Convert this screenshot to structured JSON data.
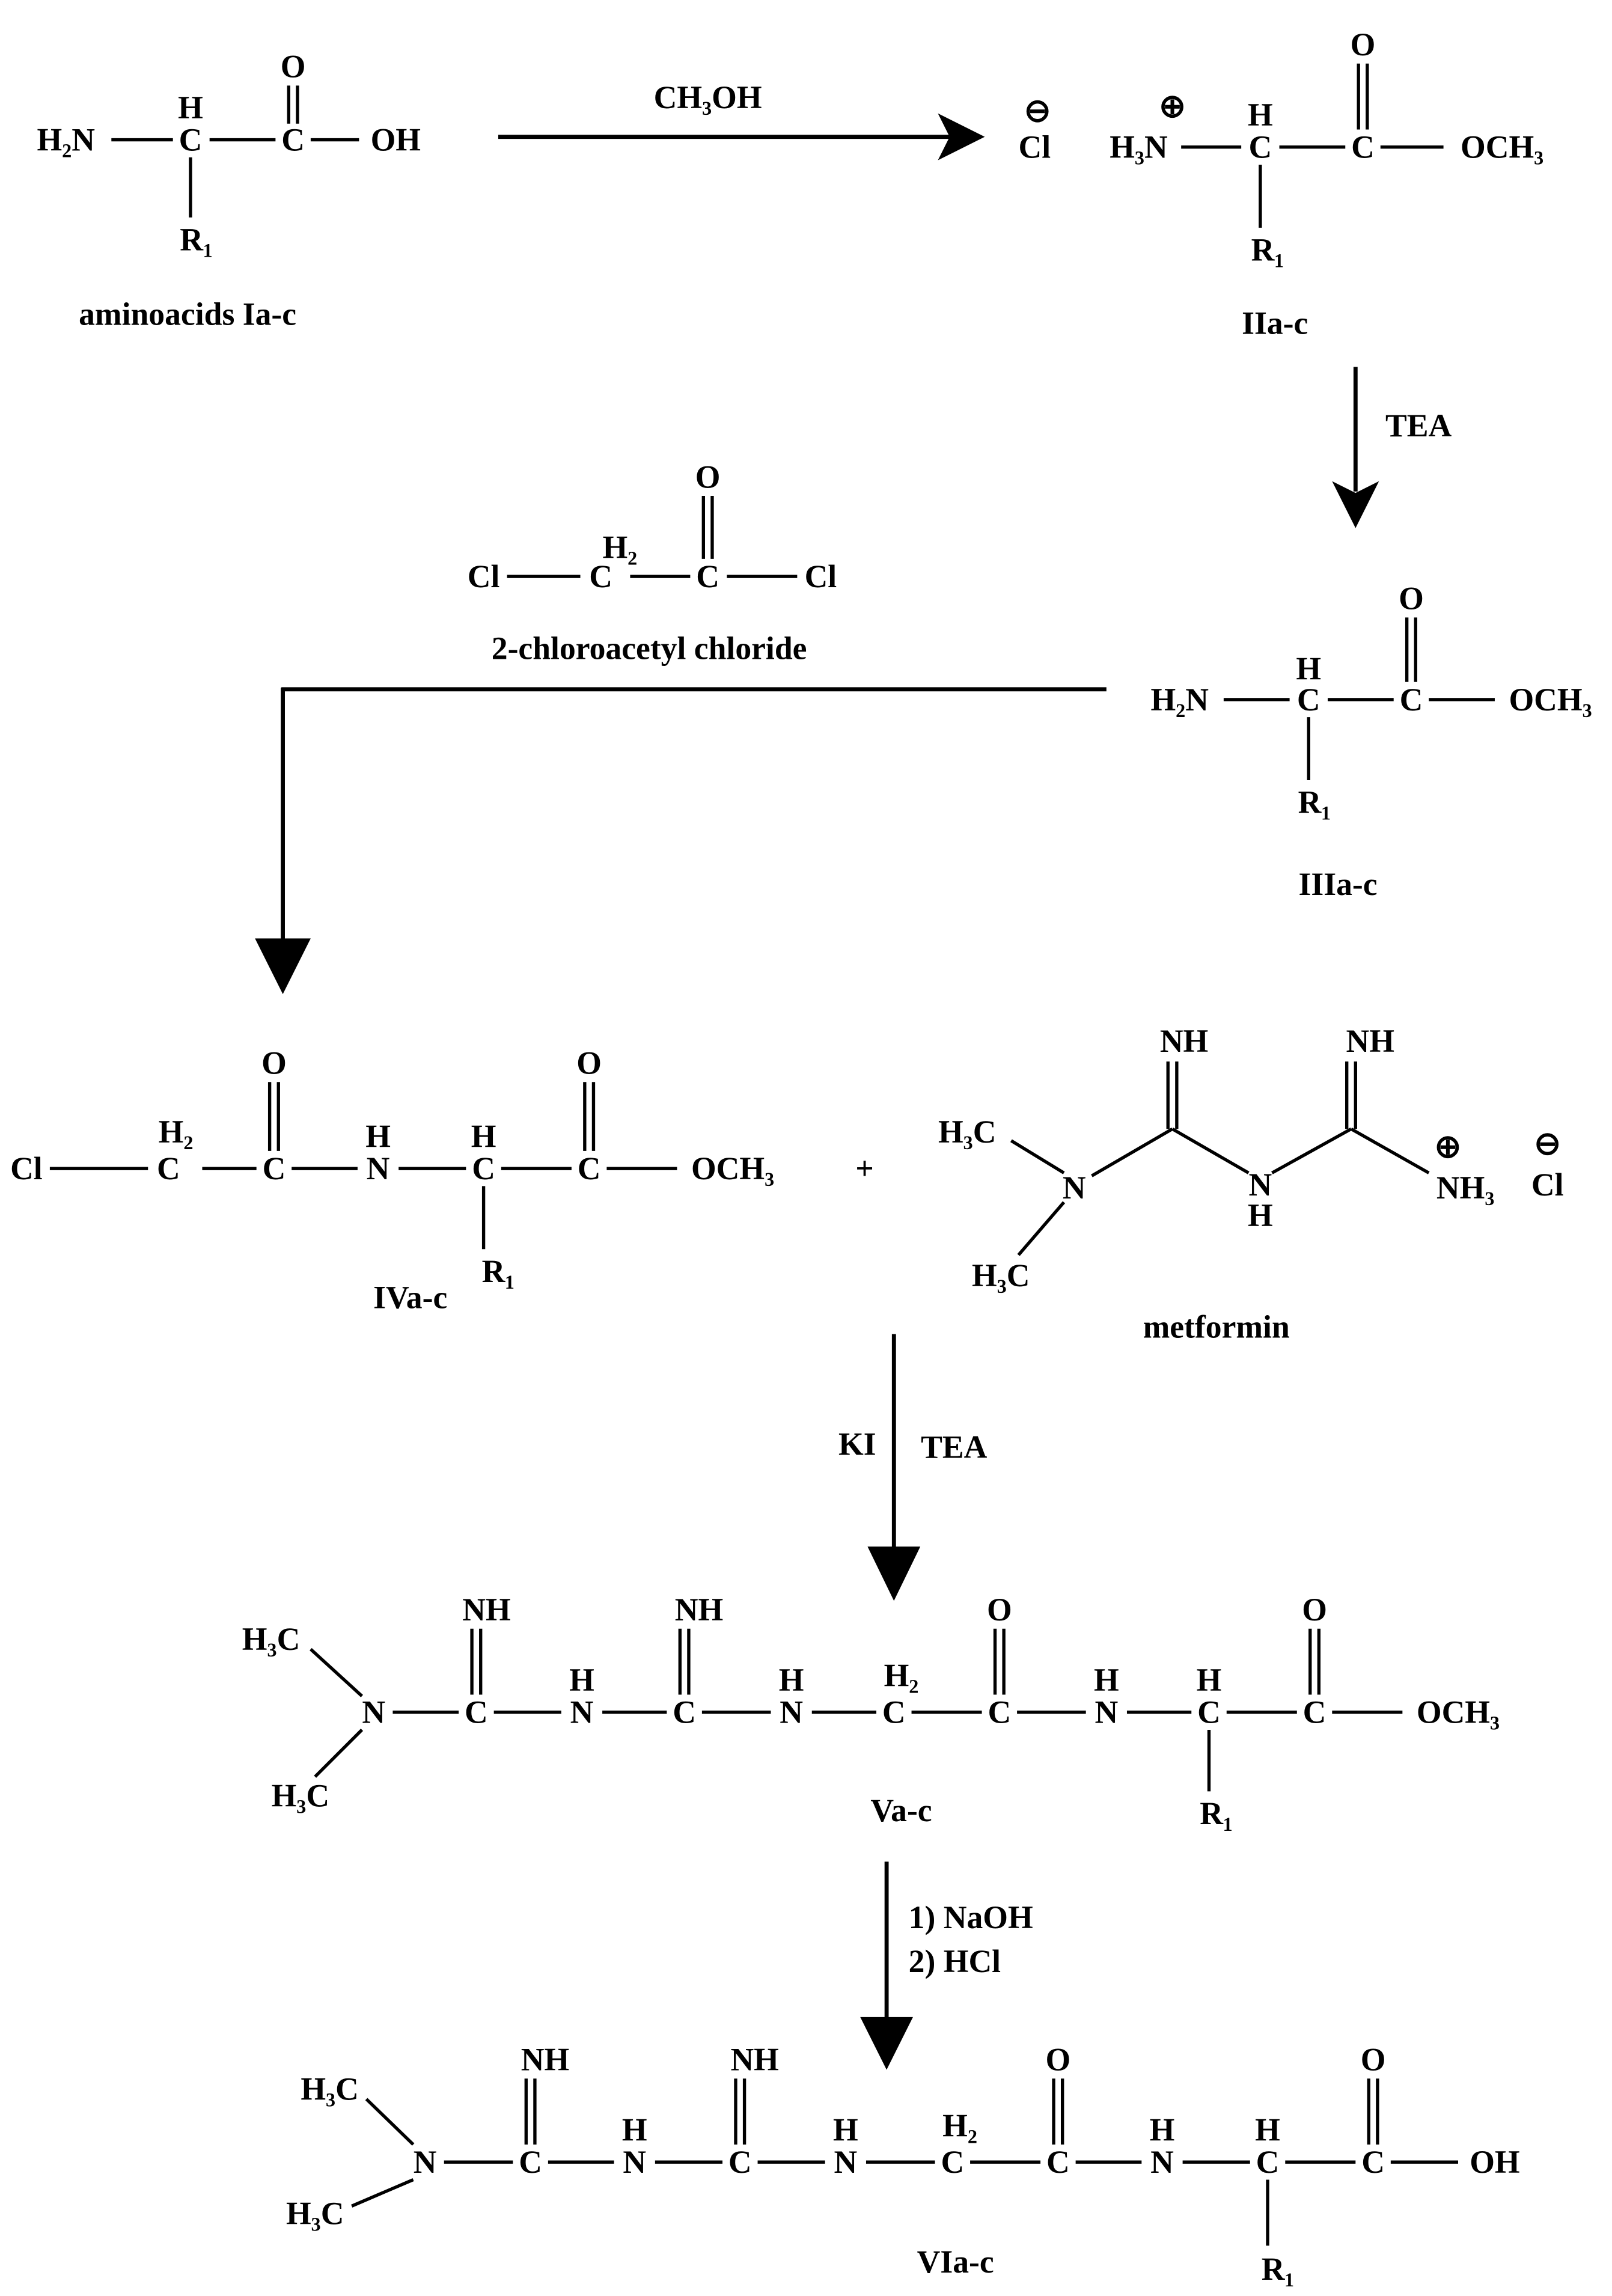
{
  "compounds": {
    "I": {
      "atoms": [
        "H₂N",
        "H",
        "C",
        "C",
        "O",
        "OH",
        "R₁"
      ],
      "label": "aminoacids  Ia-c"
    },
    "II": {
      "atoms": [
        "Cl",
        "⊖",
        "⊕",
        "H₃N",
        "H",
        "C",
        "C",
        "O",
        "OCH₃",
        "R₁"
      ],
      "label": "IIa-c"
    },
    "chloroacetyl": {
      "atoms": [
        "Cl",
        "H₂",
        "C",
        "C",
        "O",
        "Cl"
      ],
      "label": "2-chloroacetyl chloride"
    },
    "III": {
      "atoms": [
        "H₂N",
        "H",
        "C",
        "C",
        "O",
        "OCH₃",
        "R₁"
      ],
      "label": "IIIa-c"
    },
    "IV": {
      "atoms": [
        "Cl",
        "H₂",
        "C",
        "C",
        "O",
        "H",
        "N",
        "H",
        "C",
        "C",
        "O",
        "OCH₃",
        "R₁"
      ],
      "label": "IVa-c"
    },
    "metformin": {
      "atoms": [
        "H₃C",
        "H₃C",
        "N",
        "NH",
        "N",
        "H",
        "NH",
        "⊕",
        "NH₃",
        "⊖",
        "Cl"
      ],
      "label": "metformin"
    },
    "V": {
      "atoms": [
        "H₃C",
        "H₃C",
        "N",
        "C",
        "NH",
        "H",
        "N",
        "C",
        "NH",
        "H",
        "N",
        "H₂",
        "C",
        "C",
        "O",
        "H",
        "N",
        "H",
        "C",
        "C",
        "O",
        "OCH₃",
        "R₁"
      ],
      "label": "Va-c"
    },
    "VI": {
      "atoms": [
        "H₃C",
        "H₃C",
        "N",
        "C",
        "NH",
        "H",
        "N",
        "C",
        "NH",
        "H",
        "N",
        "H₂",
        "C",
        "C",
        "O",
        "H",
        "N",
        "H",
        "C",
        "C",
        "O",
        "OH",
        "R₁"
      ],
      "label": "VIa-c"
    }
  },
  "plus": "+",
  "reagents": {
    "step1": "CH₃OH",
    "step2": "TEA",
    "step4_a": "KI",
    "step4_b": "TEA",
    "step5_a": "1) NaOH",
    "step5_b": "2) HCl"
  }
}
